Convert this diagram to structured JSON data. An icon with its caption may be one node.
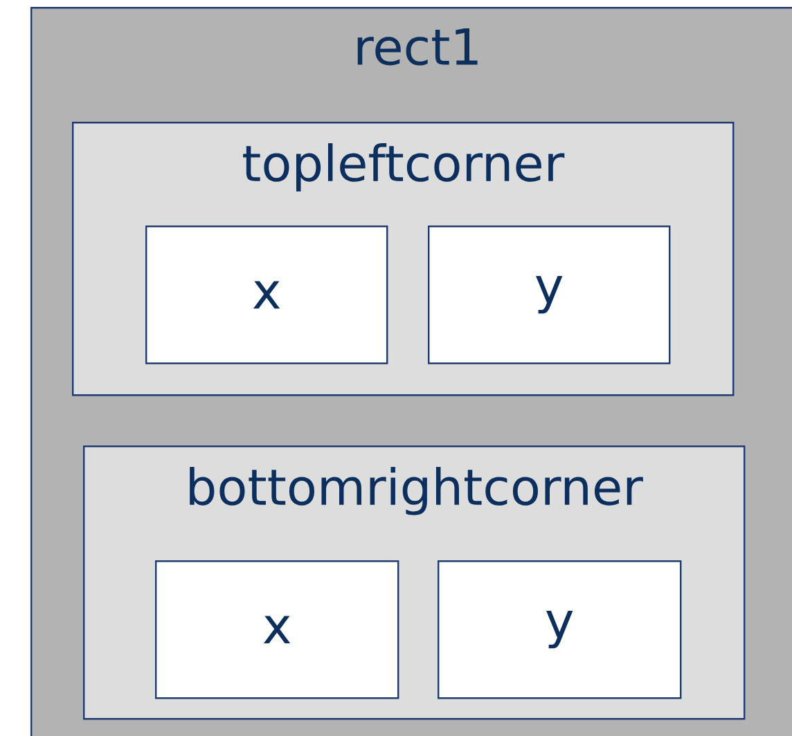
{
  "diagram": {
    "nodes": [
      {
        "text": [
          "rect1"
        ]
      },
      {
        "text": [
          "topleftcorner"
        ],
        "in": 0
      },
      {
        "text": [
          "x"
        ],
        "in": 1
      },
      {
        "text": [
          "y"
        ],
        "in": 1
      },
      {
        "text": [
          "bottomrightcorner"
        ],
        "in": 0
      },
      {
        "text": [
          "x"
        ],
        "in": 4
      },
      {
        "text": [
          "y"
        ],
        "in": 4
      }
    ]
  }
}
